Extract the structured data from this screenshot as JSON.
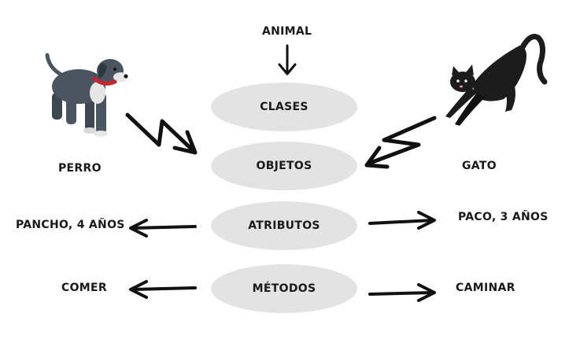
{
  "top_label": "ANIMAL",
  "concepts": {
    "clases": "CLASES",
    "objetos": "OBJETOS",
    "atributos": "ATRIBUTOS",
    "metodos": "MÉTODOS"
  },
  "left": {
    "animal": "PERRO",
    "attribute": "PANCHO, 4 AÑOS",
    "method": "COMER"
  },
  "right": {
    "animal": "GATO",
    "attribute": "PACO, 3 AÑOS",
    "method": "CAMINAR"
  },
  "icons": {
    "dog": "dog-icon",
    "cat": "cat-icon"
  },
  "colors": {
    "ellipse": "#e3e3e3",
    "text": "#1a1a1a",
    "dog_body": "#4a5560",
    "dog_collar": "#c8242e",
    "cat_body": "#1c1c1c"
  }
}
